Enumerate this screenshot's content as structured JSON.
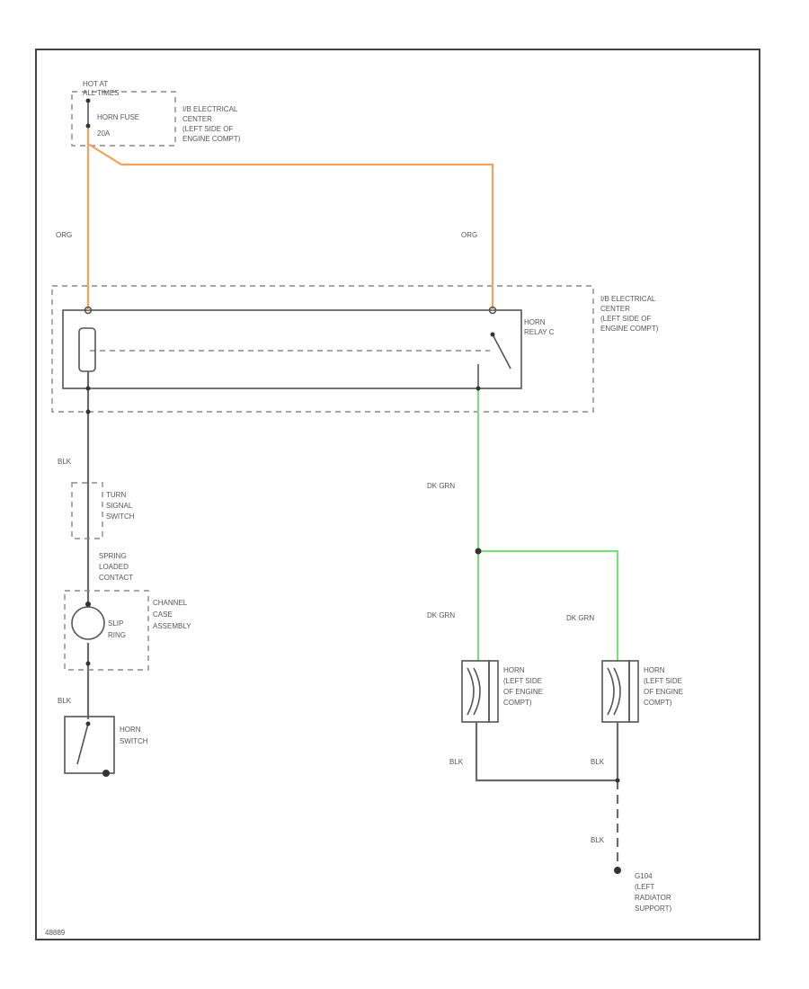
{
  "colors": {
    "org_wire": "#f7a25a",
    "grn_wire": "#7fdc7f",
    "blk_wire": "#6a6a6a",
    "frame": "#444444"
  },
  "labels": {
    "hot_at_line1": "HOT AT",
    "hot_at_line2": "ALL TIMES",
    "horn_fuse_line1": "HORN FUSE",
    "horn_fuse_line2": "20A",
    "ub_center_top": [
      "I/B ELECTRICAL",
      "CENTER",
      "(LEFT SIDE OF",
      "ENGINE COMPT)"
    ],
    "org_left": "ORG",
    "org_right": "ORG",
    "ub_center_mid": [
      "I/B ELECTRICAL",
      "CENTER",
      "(LEFT SIDE OF",
      "ENGINE COMPT)"
    ],
    "horn_relay": [
      "HORN",
      "RELAY C"
    ],
    "blk_upper": "BLK",
    "turn_signal_switch": [
      "TURN",
      "SIGNAL",
      "SWITCH"
    ],
    "spring_loaded_contact": [
      "SPRING",
      "LOADED",
      "CONTACT"
    ],
    "channel_case_assembly": [
      "CHANNEL",
      "CASE",
      "ASSEMBLY"
    ],
    "slip_ring": [
      "SLIP",
      "RING"
    ],
    "blk_lower": "BLK",
    "horn_switch": [
      "HORN",
      "SWITCH"
    ],
    "dk_grn_upper": "DK GRN",
    "dk_grn_left": "DK GRN",
    "dk_grn_right": "DK GRN",
    "horn_left": [
      "HORN",
      "(LEFT SIDE",
      "OF ENGINE",
      "COMPT)"
    ],
    "horn_right": [
      "HORN",
      "(LEFT SIDE",
      "OF ENGINE",
      "COMPT)"
    ],
    "blk_horn_left": "BLK",
    "blk_horn_right": "BLK",
    "blk_ground": "BLK",
    "ground_g104": [
      "G104",
      "(LEFT",
      "RADIATOR",
      "SUPPORT)"
    ],
    "fig_code": "48889"
  }
}
